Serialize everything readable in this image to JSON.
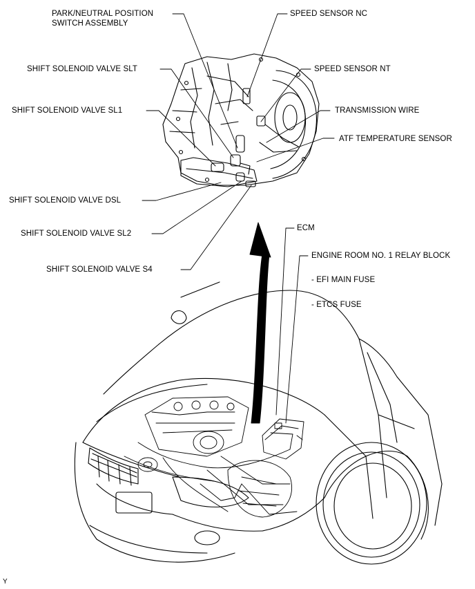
{
  "labels": {
    "park_neutral": "PARK/NEUTRAL POSITION\nSWITCH ASSEMBLY",
    "speed_sensor_nc": "SPEED SENSOR NC",
    "shift_slt": "SHIFT SOLENOID VALVE SLT",
    "speed_sensor_nt": "SPEED SENSOR NT",
    "shift_sl1": "SHIFT SOLENOID VALVE SL1",
    "transmission_wire": "TRANSMISSION WIRE",
    "atf_temp": "ATF TEMPERATURE SENSOR",
    "shift_dsl": "SHIFT SOLENOID VALVE DSL",
    "shift_sl2": "SHIFT SOLENOID VALVE SL2",
    "shift_s4": "SHIFT SOLENOID VALVE S4",
    "ecm": "ECM",
    "relay_block": "ENGINE ROOM NO. 1 RELAY BLOCK",
    "efi_fuse": "- EFI MAIN FUSE",
    "etcs_fuse": "- ETCS FUSE"
  },
  "figure_id": "Y"
}
